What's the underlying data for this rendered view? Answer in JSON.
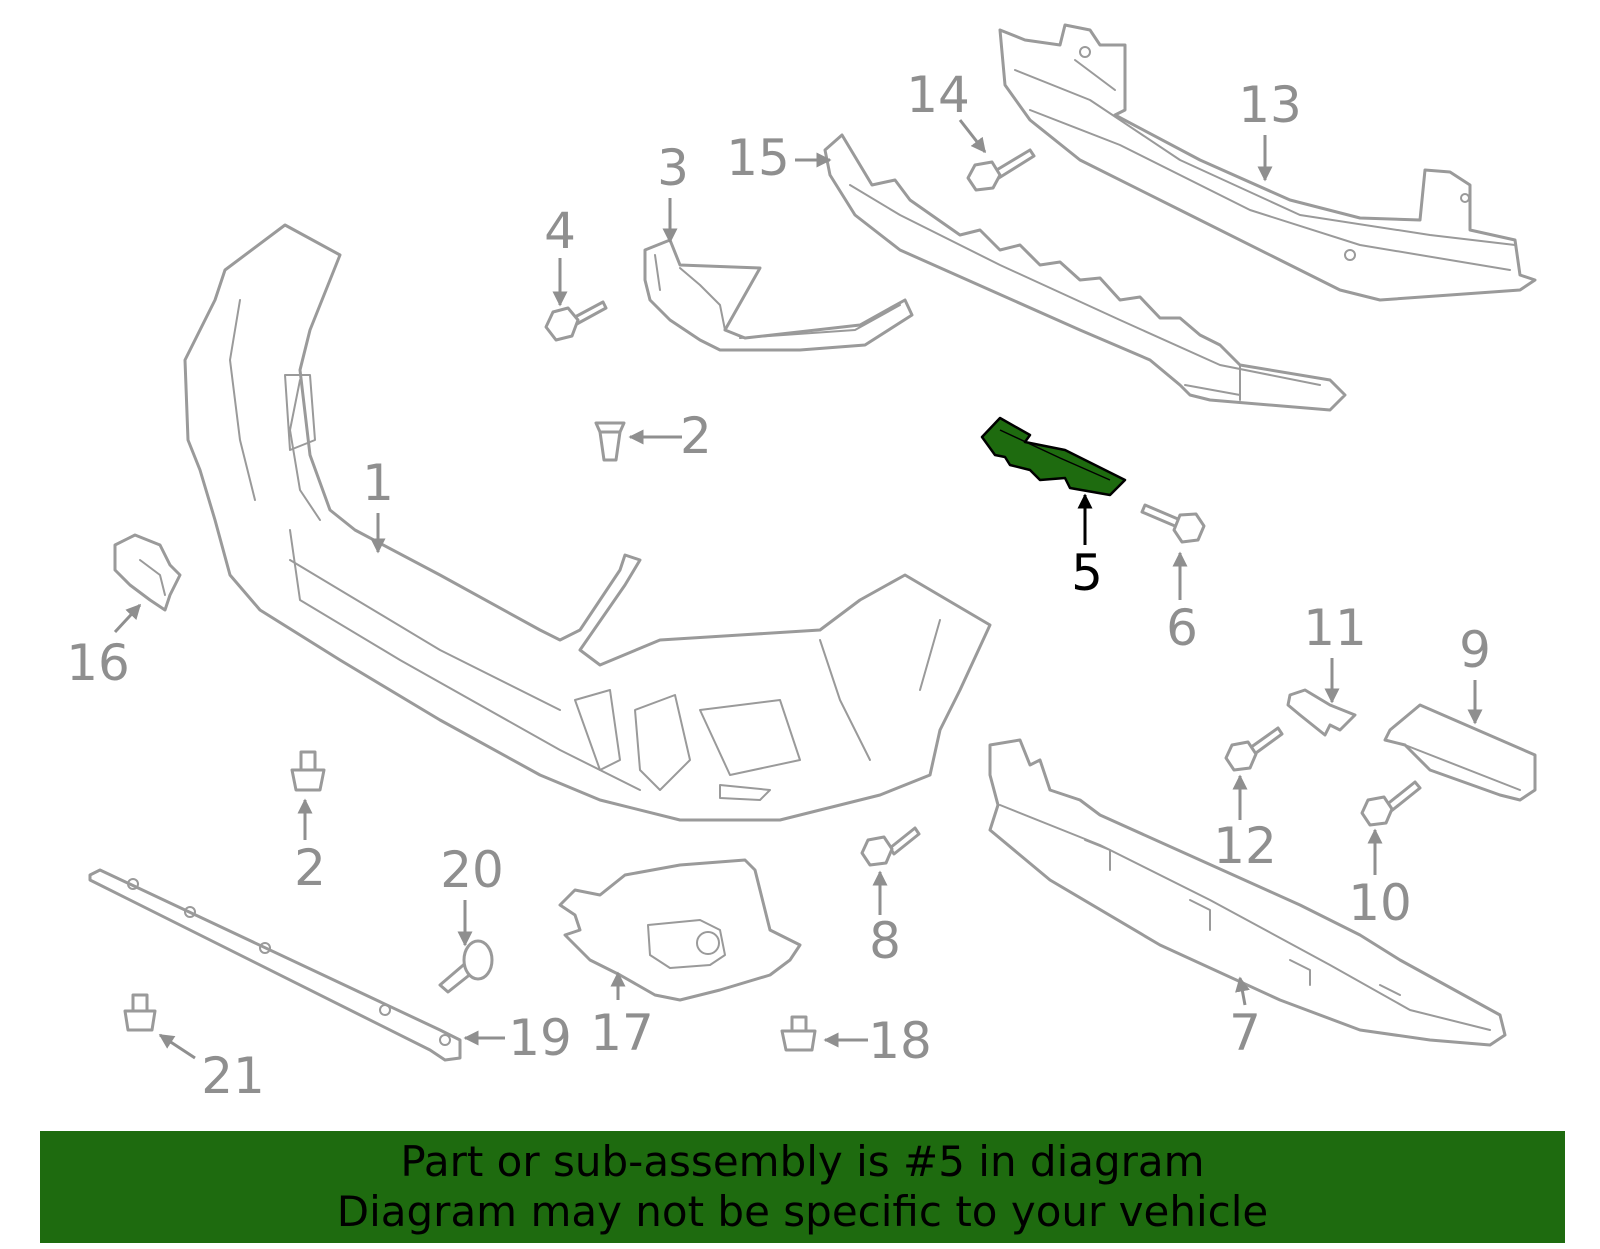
{
  "diagram": {
    "highlighted_part": "5",
    "callouts": [
      "1",
      "2",
      "2",
      "3",
      "4",
      "5",
      "6",
      "7",
      "8",
      "9",
      "10",
      "11",
      "12",
      "13",
      "14",
      "15",
      "16",
      "17",
      "18",
      "19",
      "20",
      "21"
    ]
  },
  "footer": {
    "line1": "Part or sub-assembly is #5 in diagram",
    "line2": "Diagram may not be specific to your vehicle"
  },
  "colors": {
    "highlight": "#1e6b0f",
    "part_outline": "#9a9a9a",
    "label": "#8f8f8f"
  }
}
